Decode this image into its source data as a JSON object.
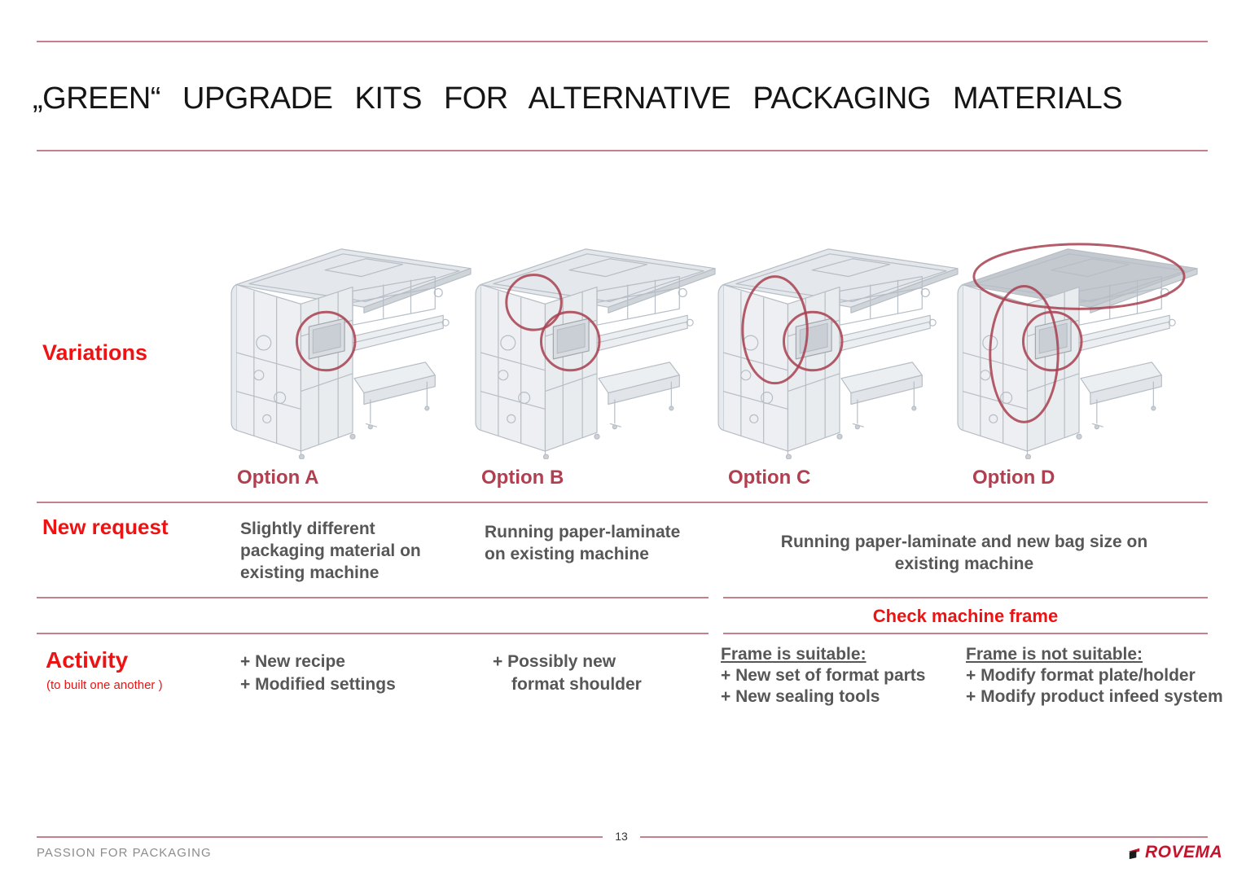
{
  "slide": {
    "title": "„GREEN“ UPGRADE KITS FOR ALTERNATIVE PACKAGING MATERIALS",
    "page_number": "13",
    "footer_tagline": "PASSION FOR PACKAGING",
    "brand_name": "ROVEMA"
  },
  "labels": {
    "variations": "Variations",
    "new_request": "New request",
    "activity": "Activity",
    "activity_note": "(to built one another )",
    "check_machine_frame": "Check machine frame"
  },
  "options": [
    {
      "label": "Option A",
      "machine_icon": "vffs-machine-icon",
      "highlights": [
        "control-panel"
      ],
      "dark_canopy": false,
      "new_request_lines": [
        "Slightly different",
        "packaging material on",
        "existing machine"
      ],
      "activity_lines": [
        {
          "text": "+ New recipe",
          "indent": false
        },
        {
          "text": "+ Modified settings",
          "indent": false
        }
      ]
    },
    {
      "label": "Option B",
      "machine_icon": "vffs-machine-icon",
      "highlights": [
        "film-area",
        "control-panel"
      ],
      "dark_canopy": false,
      "new_request_lines": [
        "Running paper-laminate",
        "on existing machine"
      ],
      "activity_lines": [
        {
          "text": "+ Possibly new",
          "indent": false
        },
        {
          "text": "format shoulder",
          "indent": true
        }
      ]
    },
    {
      "label": "Option C",
      "machine_icon": "vffs-machine-icon",
      "highlights": [
        "film-column",
        "control-panel"
      ],
      "dark_canopy": false,
      "new_request_lines": [],
      "activity_lines": []
    },
    {
      "label": "Option D",
      "machine_icon": "vffs-machine-icon",
      "highlights": [
        "canopy",
        "left-column",
        "control-panel"
      ],
      "dark_canopy": true,
      "new_request_lines": [],
      "activity_lines": []
    }
  ],
  "merged_cd": {
    "new_request_lines": [
      "Running paper-laminate and new bag size on",
      "existing machine"
    ],
    "frame_suitable": {
      "heading": "Frame is suitable:",
      "items": [
        "+ New set of format parts",
        "+ New sealing tools"
      ]
    },
    "frame_not_suitable": {
      "heading": "Frame is not suitable:",
      "items": [
        "+ Modify format plate/holder",
        "+ Modify product infeed system"
      ]
    }
  },
  "colors": {
    "heading_red": "#ee1212",
    "option_label_red": "#b23f4f",
    "divider_pink": "#c5808c",
    "body_text_gray": "#575757",
    "footer_gray": "#8c8c8c",
    "brand_red": "#c5132b",
    "highlight_red": "#a84050"
  }
}
